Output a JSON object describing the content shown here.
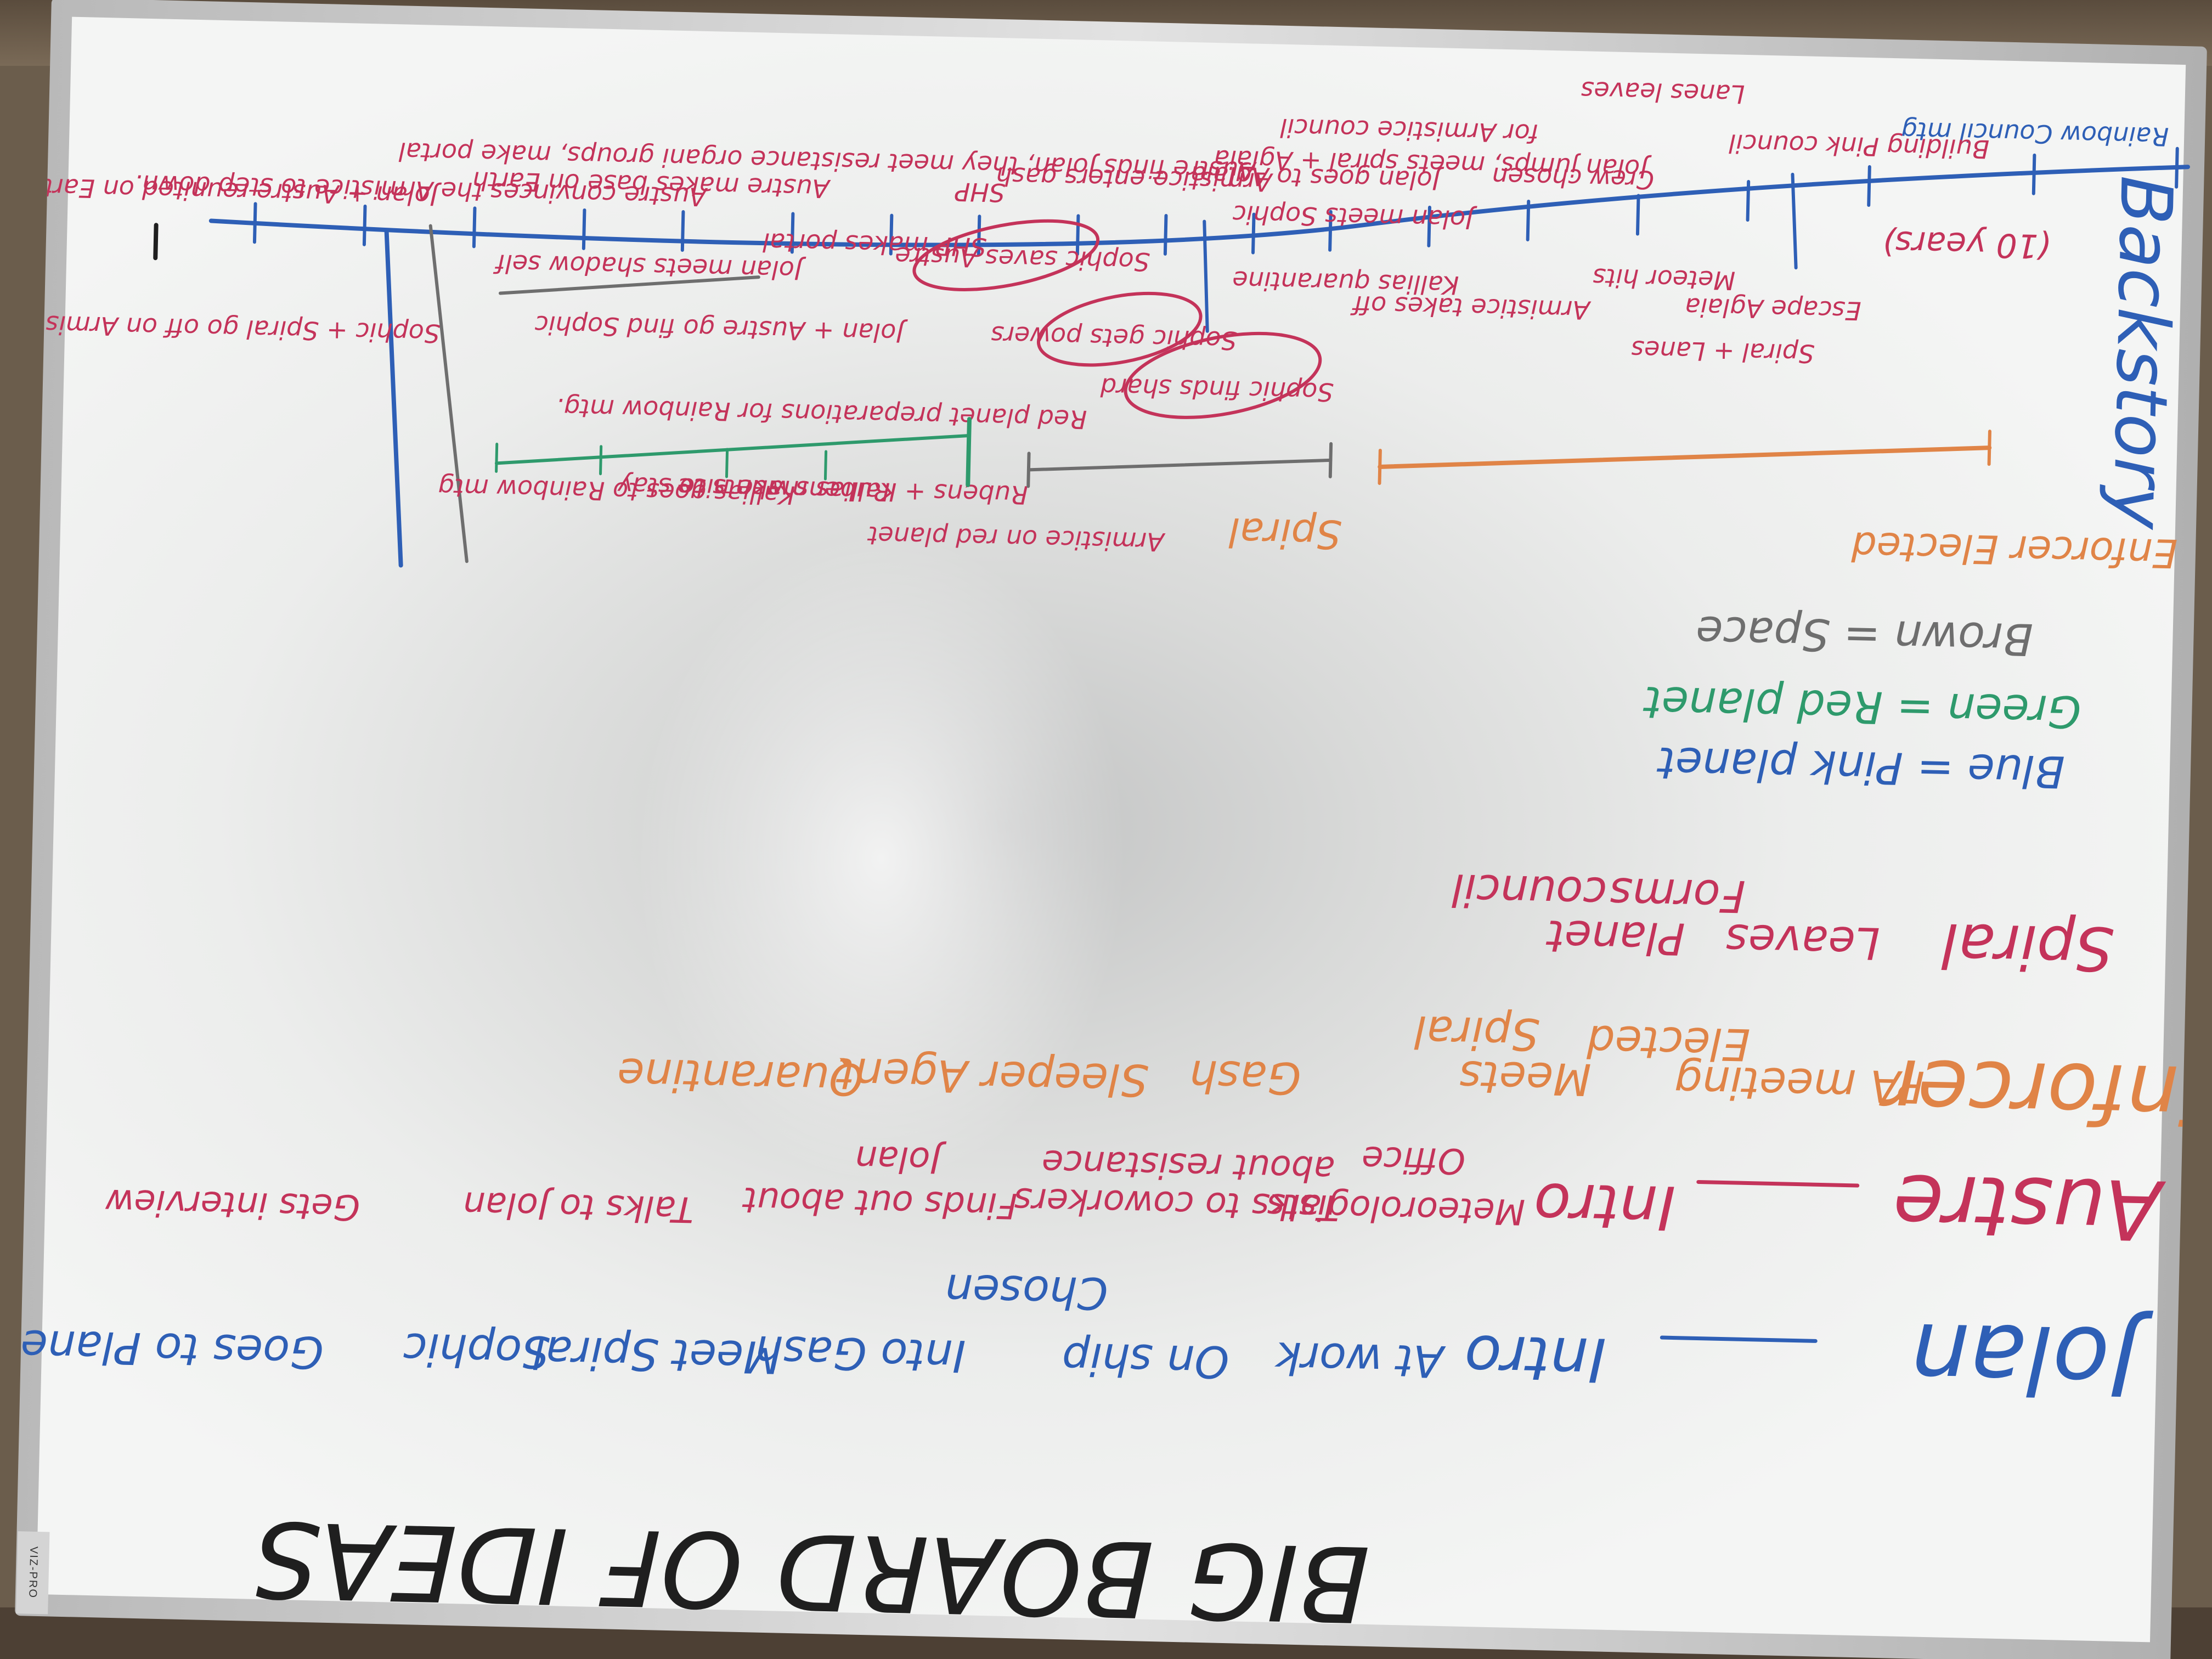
{
  "board_title": "BIG BOARD OF IDEAS",
  "brand": "VIZ-PRO",
  "colors": {
    "black": "#1f1f1f",
    "blue": "#2e5fb6",
    "pink": "#c4335a",
    "orange": "#e08447",
    "green": "#2e9a6c",
    "gray": "#6e6e6e"
  },
  "jolan_row": {
    "name": "Jolan",
    "items": [
      "Intro",
      "At work",
      "Chosen",
      "On ship",
      "Into Gash",
      "Meet Spiral",
      "Sophic",
      "Goes to Planet"
    ]
  },
  "auste_row": {
    "name": "Austre",
    "items": [
      "Intro",
      "Meteorologists",
      "Office",
      "Talks to coworkers",
      "about resistance",
      "Finds out about",
      "Jolan",
      "Talks to Jolan",
      "Gets interview"
    ]
  },
  "enforcer_row": {
    "name": "Enforcer",
    "items": [
      "PA meeting",
      "Elected",
      "Meets",
      "Spiral",
      "Gash",
      "Sleeper Agent",
      "Quarantine"
    ]
  },
  "spiral_row": {
    "name": "Spiral",
    "items": [
      "Leaves",
      "Planet",
      "Forms",
      "council"
    ]
  },
  "legend": [
    {
      "text": "Blue = Pink planet",
      "color": "blue"
    },
    {
      "text": "Green = Red planet",
      "color": "green"
    },
    {
      "text": "Brown = Space",
      "color": "gray"
    }
  ],
  "backstory": {
    "title": "Backstory",
    "ten_years": "(10 years)",
    "top_events": [
      "Rainbow Council mtg",
      "Building Pink council",
      "Lanes leaves",
      "Crew chosen",
      "Jolan jumps, meets spiral + Aglaia",
      "for Armistice council",
      "Jolan goes to Aglaia",
      "Armistice enters gash",
      "SHP",
      "Austre finds Jolan, they meet resistance organi groups, make portal",
      "Austre makes base on Earth",
      "Austre convinces the Armistice to step down.",
      "Jolan + Austre reunited on Earth."
    ],
    "bottom_events": [
      "Escape Aglaia",
      "Spiral + Lanes",
      "Meteor hits",
      "Armistice takes off",
      "Jolan meets Sophic",
      "Kallias quarantine",
      "Sophic finds shard",
      "Sophic gets powers",
      "Sophic saves Austre",
      "SHP makes portal",
      "Jolan meets shadow self",
      "Jolan + Austre go find Sophic",
      "Sophic + Spiral go off on Armistice",
      "Red planet preparations for Rainbow mtg.",
      "Armistice on red planet",
      "Rubens + Kallias make nice",
      "Rubens wants to stay",
      "Kallias goes to Rainbow mtg",
      "Enforcer Elected",
      "Spiral"
    ]
  }
}
